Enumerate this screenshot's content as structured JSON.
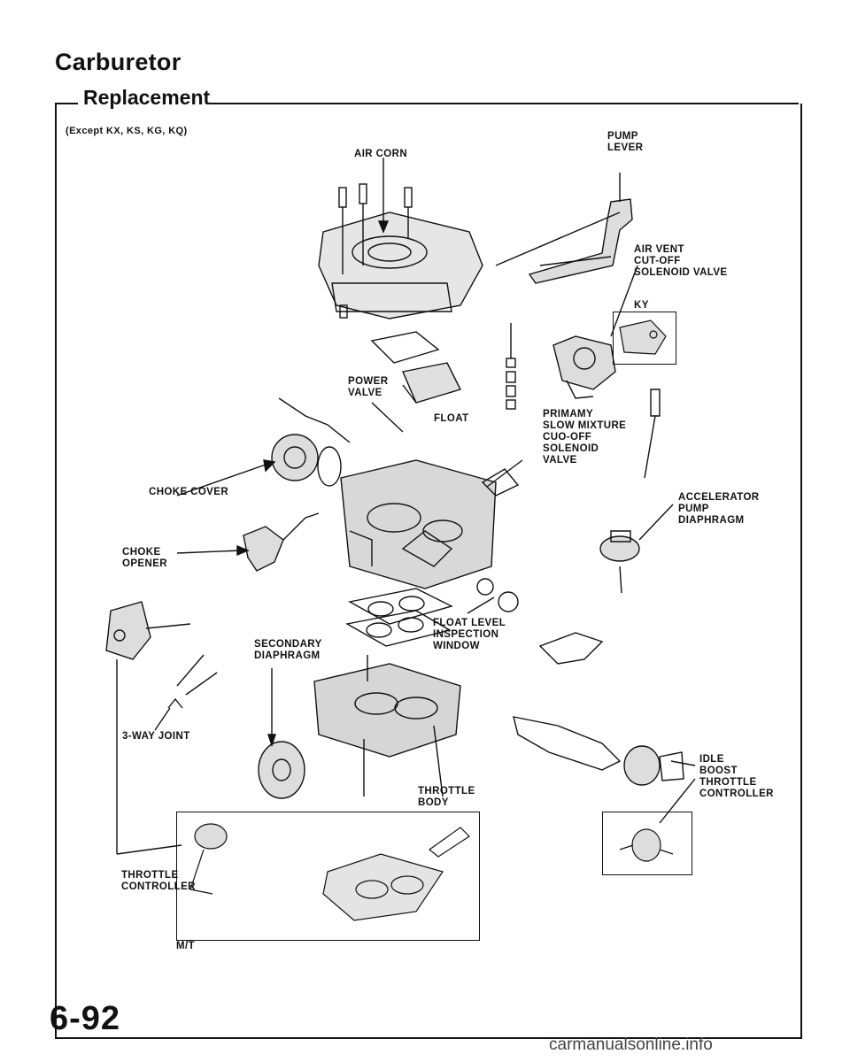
{
  "header": {
    "title": "Carburetor",
    "section": "Replacement",
    "note": "(Except KX, KS, KG, KQ)"
  },
  "labels": {
    "air_horn": "AIR CORN",
    "pump_lever": "PUMP\nLEVER",
    "air_vent": "AIR VENT\nCUT-OFF\nSOLENOID VALVE",
    "ky": "KY",
    "power_valve": "POWER\nVALVE",
    "float": "FLOAT",
    "primary_slow": "PRIMAMY\nSLOW MIXTURE\nCUO-OFF\nSOLENOID\nVALVE",
    "choke_cover": "CHOKE COVER",
    "choke_opener": "CHOKE\nOPENER",
    "accelerator": "ACCELERATOR\nPUMP\nDIAPHRAGM",
    "float_level": "FLOAT LEVEL\nINSPECTION\nWINDOW",
    "secondary_diaphragm": "SECONDARY\nDIAPHRAGM",
    "three_way": "3-WAY JOINT",
    "throttle_body": "THROTTLE\nBODY",
    "idle_boost": "IDLE\nBOOST\nTHROTTLE\nCONTROLLER",
    "throttle_controller": "THROTTLE\nCONTROLLER",
    "mt": "M/T"
  },
  "footer": {
    "page_number": "6-92",
    "watermark": "carmanualsonline.info"
  }
}
